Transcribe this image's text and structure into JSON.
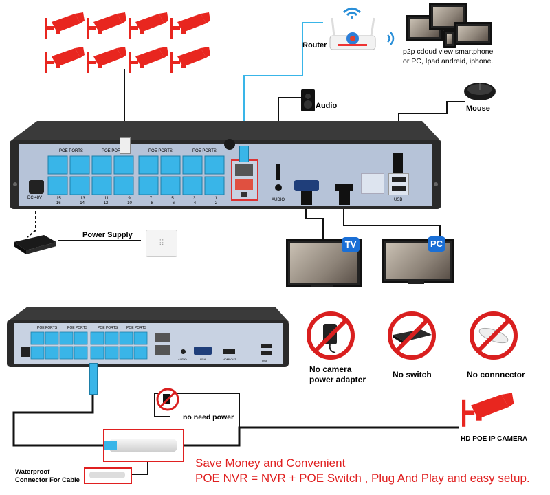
{
  "colors": {
    "camera_red": "#e8261f",
    "panel_blue": "#b6c3d8",
    "port_cyan": "#39b5e8",
    "badge_blue": "#1a6fd6",
    "no_sign_red": "#d91f1f",
    "text_red": "#e02020"
  },
  "top": {
    "router_label": "Router",
    "cloud_text_line1": "p2p cdoud view smartphone",
    "cloud_text_line2": "or PC, Ipad andreid, iphone.",
    "audio_label": "Audio",
    "mouse_label": "Mouse",
    "poe_ports_label": "POE PORTS",
    "dc_label": "DC 48V",
    "audio_port_label": "AUDIO",
    "usb_port_label": "USB",
    "port_numbers_top": [
      "15",
      "13",
      "11",
      "9",
      "7",
      "5",
      "3",
      "1"
    ],
    "port_numbers_bottom": [
      "16",
      "14",
      "12",
      "10",
      "8",
      "6",
      "4",
      "2"
    ],
    "power_supply_label": "Power Supply",
    "tv_badge": "TV",
    "pc_badge": "PC"
  },
  "bottom": {
    "no_adapter_line1": "No camera",
    "no_adapter_line2": "power adapter",
    "no_switch": "No switch",
    "no_connector": "No connnector",
    "no_need_power": "no need power",
    "hd_camera": "HD POE IP CAMERA",
    "waterproof_line1": "Waterproof",
    "waterproof_line2": "Connector For Cable",
    "audio_small": "AUDIO",
    "vga_small": "VGA",
    "hdmi_small": "HDMI OUT",
    "usb_small": "USB",
    "slogan_line1": "Save Money and Convenient",
    "slogan_line2": "POE NVR = NVR + POE Switch , Plug And Play and easy setup."
  },
  "icons": {
    "camera": "cctv-camera-icon",
    "router": "wifi-router-icon",
    "wifi": "wifi-icon",
    "speaker": "speaker-icon",
    "mouse": "mouse-icon",
    "no": "prohibited-icon"
  }
}
